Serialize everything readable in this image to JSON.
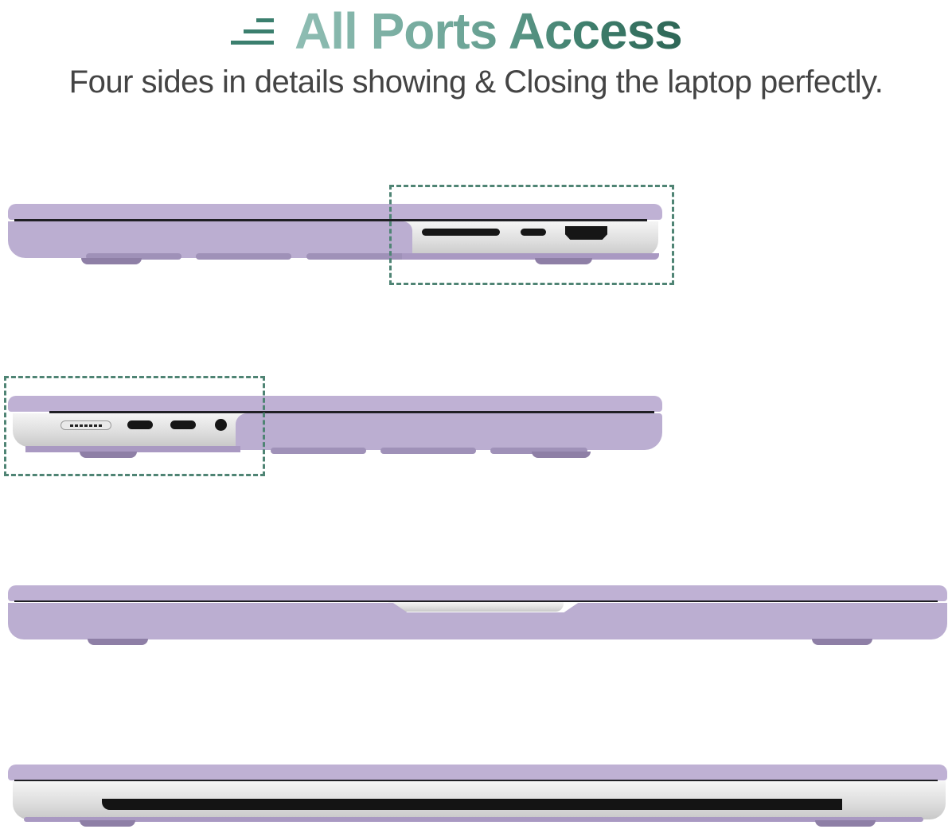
{
  "header": {
    "title": "All Ports Access",
    "subtitle": "Four sides in details showing & Closing the laptop perfectly.",
    "title_icon": "list-lines-icon",
    "colors": {
      "title_gradient_start": "#8fbdb3",
      "title_gradient_end": "#2e6656",
      "icon": "#3b7f6e",
      "subtitle": "#444444"
    }
  },
  "views": [
    {
      "name": "right-side-view",
      "highlight": "dashed-box",
      "ports": [
        "sdxc-card-slot",
        "thunderbolt-usb-c-port",
        "hdmi-port"
      ]
    },
    {
      "name": "left-side-view",
      "highlight": "dashed-box",
      "ports": [
        "magsafe-port",
        "thunderbolt-usb-c-port",
        "thunderbolt-usb-c-port",
        "headphone-jack"
      ]
    },
    {
      "name": "front-view",
      "highlight": "none",
      "ports": []
    },
    {
      "name": "rear-view",
      "highlight": "none",
      "ports": [
        "hinge-vent"
      ]
    }
  ],
  "colors": {
    "case": "#bfb1d4",
    "case_shadow": "#8e7fa6",
    "dash_light": "#5b8d80",
    "dash_dark": "#2f5f52",
    "aluminum": "#dcdcdc"
  }
}
